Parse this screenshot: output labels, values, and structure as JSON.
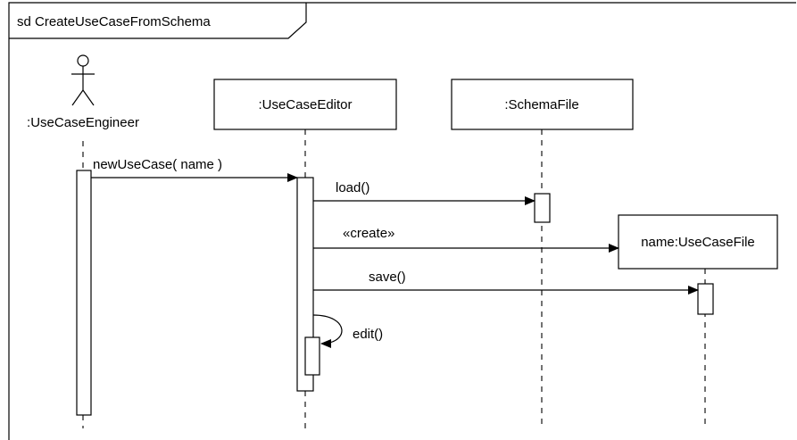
{
  "frame": {
    "title": "sd CreateUseCaseFromSchema"
  },
  "lifelines": {
    "engineer": {
      "label": ":UseCaseEngineer"
    },
    "editor": {
      "label": ":UseCaseEditor"
    },
    "schema": {
      "label": ":SchemaFile"
    },
    "usecasefile": {
      "label": "name:UseCaseFile"
    }
  },
  "messages": {
    "new_use_case": {
      "label": "newUseCase( name )"
    },
    "load": {
      "label": "load()"
    },
    "create": {
      "label": "«create»"
    },
    "save": {
      "label": "save()"
    },
    "edit": {
      "label": "edit()"
    }
  }
}
